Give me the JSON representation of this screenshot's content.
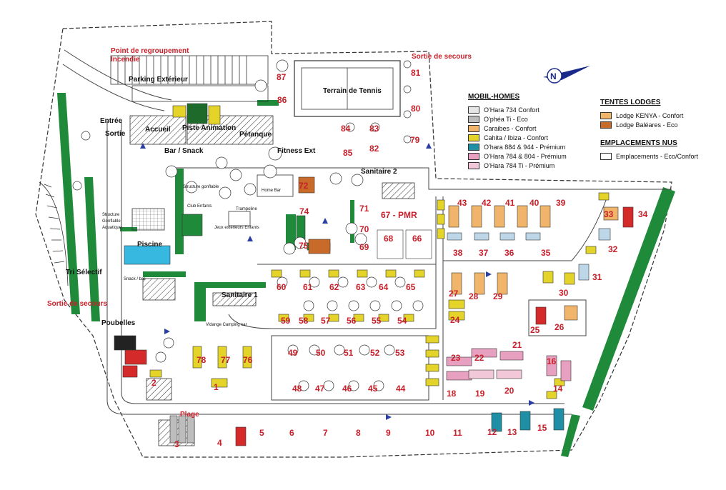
{
  "colors": {
    "green": "#1f8a3a",
    "yellow": "#e4d42a",
    "orange": "#f0b46a",
    "brown": "#c86a2a",
    "teal": "#1f8fa6",
    "pink": "#e8a0c0",
    "lightpink": "#f2c8d8",
    "red": "#d42a2a",
    "pool": "#36b8e0",
    "gray": "#bdbdbd",
    "label_red": "#c8202a"
  },
  "compass": {
    "letter": "N"
  },
  "places": {
    "point_regroupement": "Point de regroupement",
    "incendie": "Incendie",
    "parking": "Parking Extérieur",
    "tennis": "Terrain de Tennis",
    "sortie_secours_top": "Sortie de secours",
    "sortie_secours_left": "Sortie de secours",
    "entree": "Entrée",
    "sortie": "Sortie",
    "accueil": "Accueil",
    "piste_animation": "Piste Animation",
    "petanque": "Pétanque",
    "bar_snack": "Bar / Snack",
    "fitness": "Fitness Ext",
    "sanitaire2": "Sanitaire 2",
    "sanitaire1": "Sanitaire 1",
    "structure_gonflable": "Structure gonflable",
    "home_bar": "Home Bar",
    "club_enfants": "Club Enfants",
    "trampoline": "Trampoline",
    "jeux_enfants": "Jeux extérieurs Enfants",
    "structure_aqua_1": "Structure",
    "structure_aqua_2": "Gonflable",
    "structure_aqua_3": "Aquatique",
    "piscine": "Piscine",
    "snack_bar": "Snack / bar",
    "tri_selectif": "Tri Sélectif",
    "poubelles": "Poubelles",
    "vidange": "Vidange Camping car",
    "plage": "Plage",
    "pmr": "67 - PMR"
  },
  "legend": {
    "mobil_homes_title": "MOBIL-HOMES",
    "mobil_homes": [
      {
        "label": "O'Hara 734 Confort",
        "color": "#e6e6e6"
      },
      {
        "label": "O'phéa Ti - Eco",
        "color": "#bdbdbd"
      },
      {
        "label": "Caraibes - Confort",
        "color": "#f0b46a"
      },
      {
        "label": "Cahita  / Ibiza - Confort",
        "color": "#e4d42a"
      },
      {
        "label": "O'hara 884 & 944 - Prémium",
        "color": "#1f8fa6"
      },
      {
        "label": "O'Hara 784 & 804 - Prémium",
        "color": "#e8a0c0"
      },
      {
        "label": "O'Hara 784 Ti  - Prémium",
        "color": "#f2c8d8"
      }
    ],
    "tentes_title": "TENTES LODGES",
    "tentes": [
      {
        "label": "Lodge KENYA - Confort",
        "color": "#f0b46a"
      },
      {
        "label": "Lodge Baléares - Eco",
        "color": "#c86a2a"
      }
    ],
    "emplacements_title": "EMPLACEMENTS NUS",
    "emplacements": [
      {
        "label": "Emplacements - Eco/Confort",
        "color": "#ffffff"
      }
    ]
  },
  "plots": [
    {
      "n": "87"
    },
    {
      "n": "86"
    },
    {
      "n": "81"
    },
    {
      "n": "80"
    },
    {
      "n": "79"
    },
    {
      "n": "84"
    },
    {
      "n": "83"
    },
    {
      "n": "85"
    },
    {
      "n": "82"
    },
    {
      "n": "72"
    },
    {
      "n": "74"
    },
    {
      "n": "75"
    },
    {
      "n": "71"
    },
    {
      "n": "70"
    },
    {
      "n": "69"
    },
    {
      "n": "68"
    },
    {
      "n": "66"
    },
    {
      "n": "43"
    },
    {
      "n": "42"
    },
    {
      "n": "41"
    },
    {
      "n": "40"
    },
    {
      "n": "39"
    },
    {
      "n": "38"
    },
    {
      "n": "37"
    },
    {
      "n": "36"
    },
    {
      "n": "35"
    },
    {
      "n": "33"
    },
    {
      "n": "34"
    },
    {
      "n": "32"
    },
    {
      "n": "31"
    },
    {
      "n": "60"
    },
    {
      "n": "61"
    },
    {
      "n": "62"
    },
    {
      "n": "63"
    },
    {
      "n": "64"
    },
    {
      "n": "65"
    },
    {
      "n": "27"
    },
    {
      "n": "28"
    },
    {
      "n": "29"
    },
    {
      "n": "30"
    },
    {
      "n": "24"
    },
    {
      "n": "25"
    },
    {
      "n": "26"
    },
    {
      "n": "59"
    },
    {
      "n": "58"
    },
    {
      "n": "57"
    },
    {
      "n": "56"
    },
    {
      "n": "55"
    },
    {
      "n": "54"
    },
    {
      "n": "49"
    },
    {
      "n": "50"
    },
    {
      "n": "51"
    },
    {
      "n": "52"
    },
    {
      "n": "53"
    },
    {
      "n": "23"
    },
    {
      "n": "22"
    },
    {
      "n": "21"
    },
    {
      "n": "16"
    },
    {
      "n": "14"
    },
    {
      "n": "78"
    },
    {
      "n": "77"
    },
    {
      "n": "76"
    },
    {
      "n": "1"
    },
    {
      "n": "2"
    },
    {
      "n": "48"
    },
    {
      "n": "47"
    },
    {
      "n": "46"
    },
    {
      "n": "45"
    },
    {
      "n": "44"
    },
    {
      "n": "18"
    },
    {
      "n": "19"
    },
    {
      "n": "20"
    },
    {
      "n": "3"
    },
    {
      "n": "4"
    },
    {
      "n": "5"
    },
    {
      "n": "6"
    },
    {
      "n": "7"
    },
    {
      "n": "8"
    },
    {
      "n": "9"
    },
    {
      "n": "10"
    },
    {
      "n": "11"
    },
    {
      "n": "12"
    },
    {
      "n": "13"
    },
    {
      "n": "15"
    }
  ]
}
